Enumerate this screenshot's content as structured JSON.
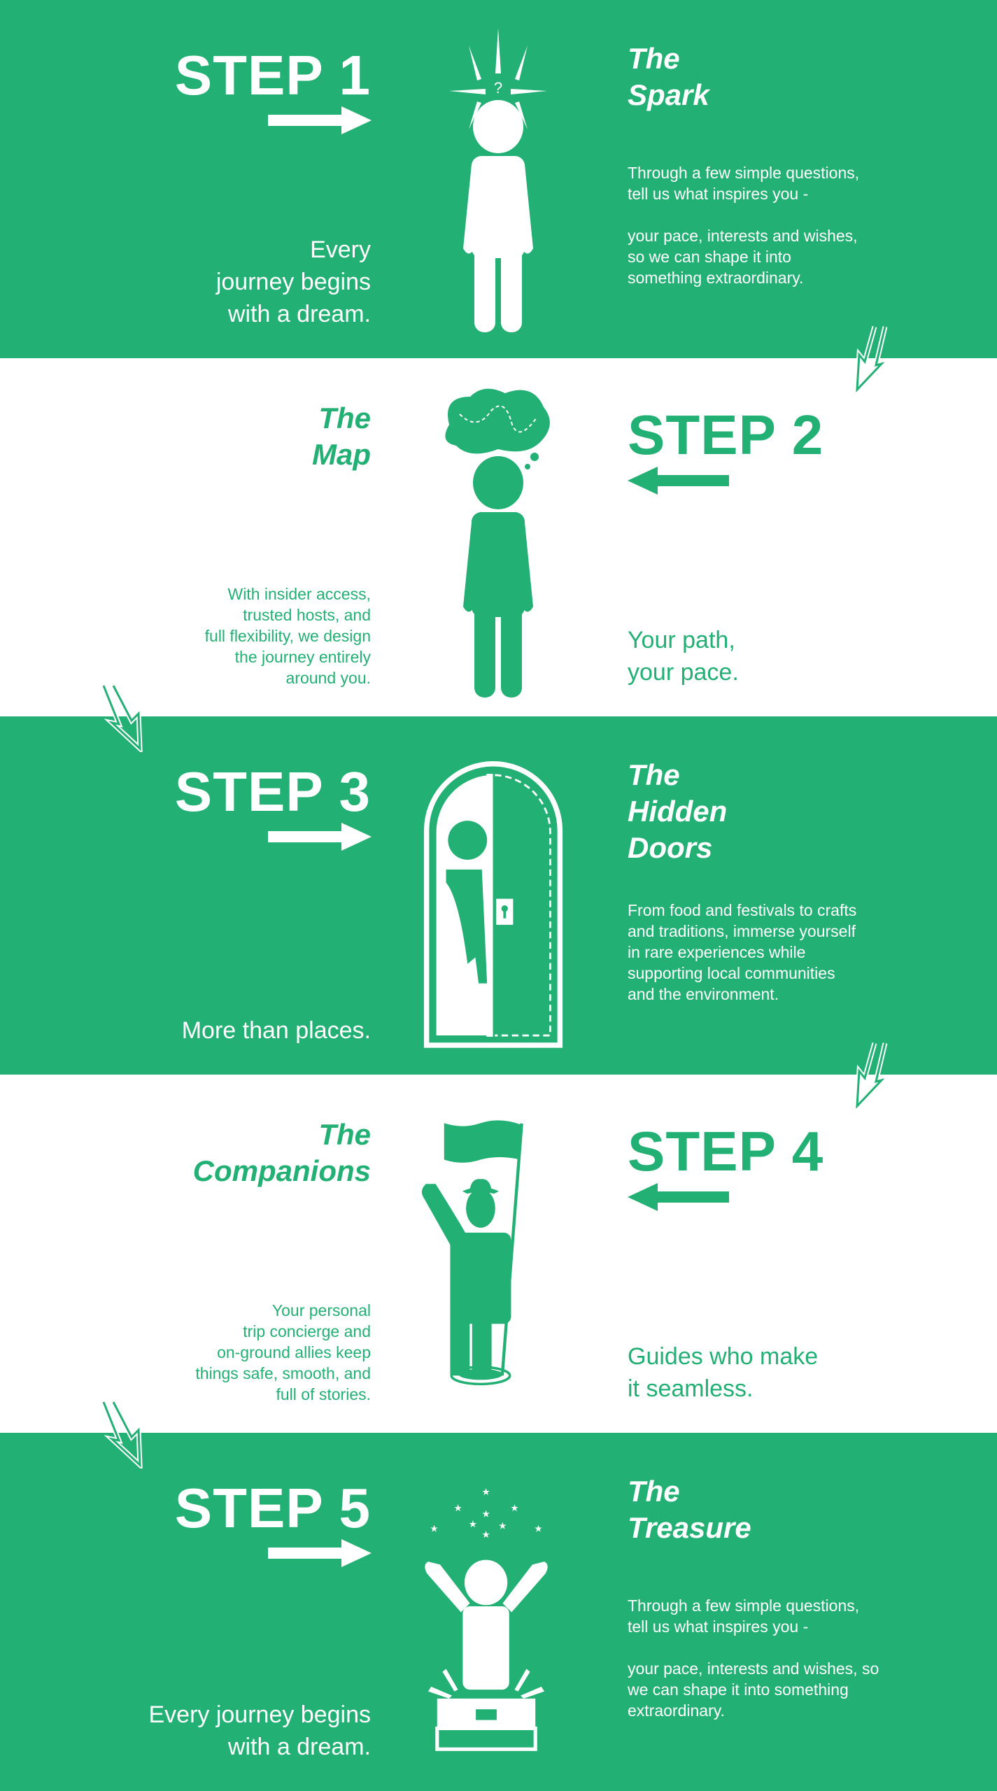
{
  "colors": {
    "green": "#22b074",
    "white": "#ffffff"
  },
  "steps": [
    {
      "step": "STEP 1",
      "title1": "The",
      "title2": "Spark",
      "body1": "Through a few simple questions, tell us what inspires you -",
      "body2": "your pace, interests and wishes, so we can shape it into something extraordinary.",
      "tag": [
        "Every",
        "journey begins",
        "with a dream."
      ],
      "icon": "person-with-question-spark-icon"
    },
    {
      "step": "STEP 2",
      "title1": "The",
      "title2": "Map",
      "body": [
        "With insider access,",
        "trusted hosts, and",
        "full flexibility, we design",
        "the journey entirely",
        "around you."
      ],
      "tag": [
        "Your path,",
        "your pace."
      ],
      "icon": "person-thinking-map-icon"
    },
    {
      "step": "STEP 3",
      "title1": "The",
      "title2": "Hidden",
      "title3": "Doors",
      "body": "From food and festivals to crafts and traditions, immerse yourself in rare experiences while supporting local communities and the environment.",
      "tag": [
        "More than places."
      ],
      "icon": "person-behind-door-icon"
    },
    {
      "step": "STEP 4",
      "title1": "The",
      "title2": "Companions",
      "body": [
        "Your personal",
        "trip concierge and",
        "on-ground allies keep",
        "things safe, smooth, and",
        "full of stories."
      ],
      "tag": [
        "Guides who make",
        "it seamless."
      ],
      "icon": "person-with-flag-icon"
    },
    {
      "step": "STEP 5",
      "title1": "The",
      "title2": "Treasure",
      "body1": "Through a few simple questions, tell us what inspires you -",
      "body2": "your pace, interests and wishes, so we can shape it into something extraordinary.",
      "tag": [
        "Every journey begins",
        "with a dream."
      ],
      "icon": "person-with-treasure-chest-icon"
    }
  ]
}
